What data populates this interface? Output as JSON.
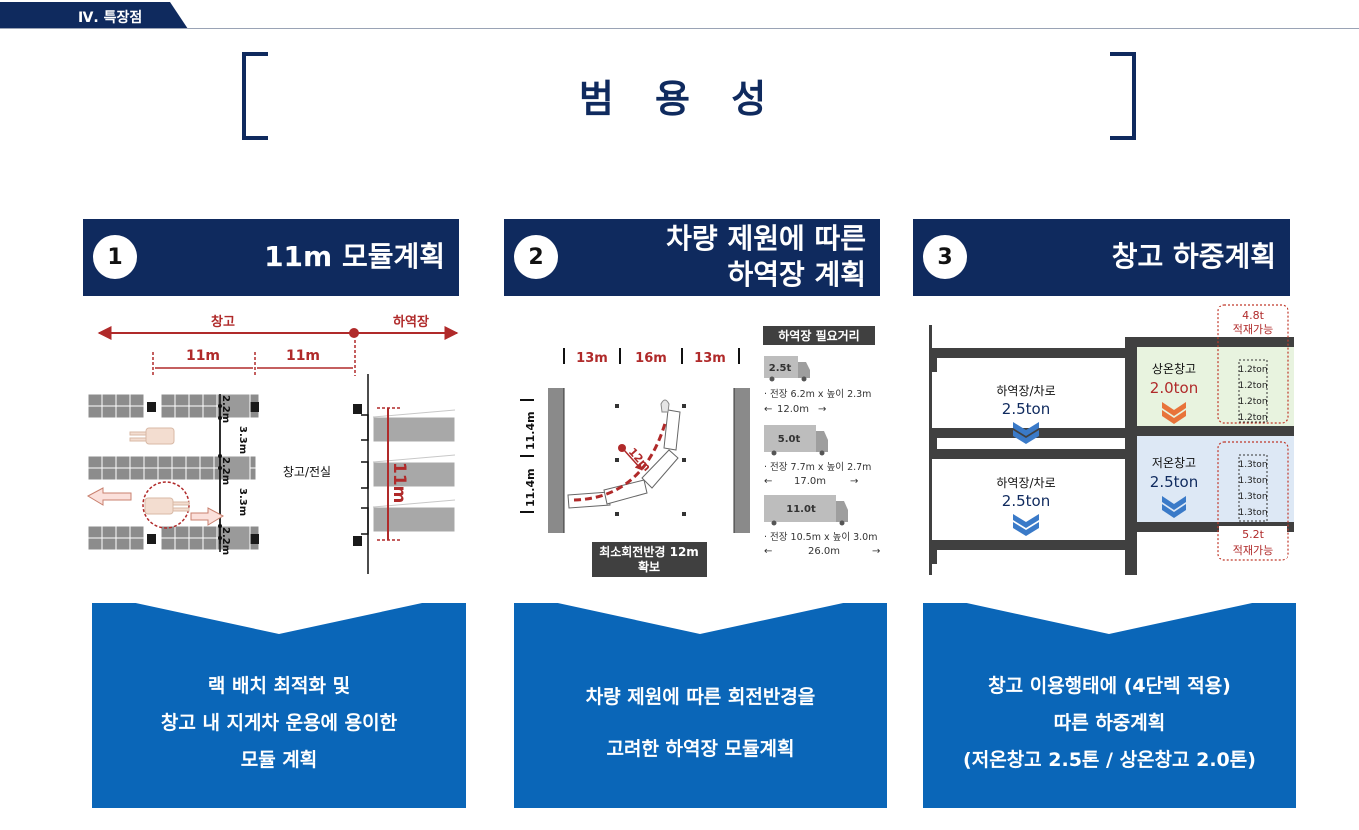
{
  "section_tab": "Ⅳ. 특장점",
  "main_title": "범 용 성",
  "colors": {
    "navy": "#0f2a5e",
    "blue": "#0a66b8",
    "red": "#b02a2a",
    "dark_label": "#404040"
  },
  "panels": [
    {
      "number": "1",
      "title": "11m 모듈계획",
      "diagram": {
        "label_warehouse": "창고",
        "label_dock": "하역장",
        "span_1": "11m",
        "span_2": "11m",
        "aisle_a": "2.2m",
        "aisle_b": "3.3m",
        "aisle_c": "2.2m",
        "aisle_d": "3.3m",
        "aisle_e": "2.2m",
        "room_label": "창고/전실",
        "dock_dim": "11m"
      },
      "summary": [
        "랙 배치 최적화 및",
        "창고 내 지게차 운용에 용이한",
        "모듈 계획"
      ]
    },
    {
      "number": "2",
      "title_lines": [
        "차량 제원에 따른",
        "하역장 계획"
      ],
      "diagram": {
        "span_a": "13m",
        "span_b": "16m",
        "span_c": "13m",
        "bay_1": "11.4m",
        "bay_2": "11.4m",
        "radius": "12m",
        "caption_lines": [
          "최소회전반경 12m",
          "확보"
        ],
        "requirement_title": "하역장 필요거리",
        "trucks": [
          {
            "ton": "2.5t",
            "spec": "· 전장 6.2m x 높이 2.3m",
            "distance": "12.0m"
          },
          {
            "ton": "5.0t",
            "spec": "· 전장 7.7m x 높이 2.7m",
            "distance": "17.0m"
          },
          {
            "ton": "11.0t",
            "spec": "· 전장 10.5m x 높이 3.0m",
            "distance": "26.0m"
          }
        ]
      },
      "summary": [
        "차량 제원에 따른 회전반경을",
        "고려한 하역장 모듈계획"
      ]
    },
    {
      "number": "3",
      "title": "창고 하중계획",
      "diagram": {
        "upper_capacity": "4.8t",
        "upper_capacity_note": "적재가능",
        "lower_capacity": "5.2t",
        "lower_capacity_note": "적재가능",
        "dock_label_1": "하역장/차로",
        "dock_load_1": "2.5ton",
        "dock_label_2": "하역장/차로",
        "dock_load_2": "2.5ton",
        "ambient_label": "상온창고",
        "ambient_load": "2.0ton",
        "cold_label": "저온창고",
        "cold_load": "2.5ton",
        "ambient_pallets": [
          "1.2ton",
          "1.2ton",
          "1.2ton",
          "1.2ton"
        ],
        "cold_pallets": [
          "1.3ton",
          "1.3ton",
          "1.3ton",
          "1.3ton"
        ]
      },
      "summary": [
        "창고 이용행태에 (4단렉 적용)",
        "따른 하중계획",
        "(저온창고 2.5톤 / 상온창고 2.0톤)"
      ]
    }
  ]
}
